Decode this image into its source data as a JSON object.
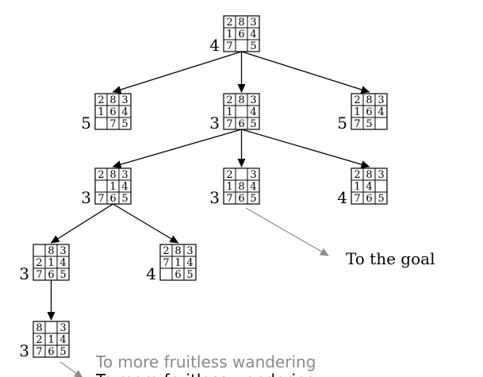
{
  "nodes": [
    {
      "id": "n0",
      "f": "4",
      "grid": [
        "2",
        "8",
        "3",
        "1",
        "6",
        "4",
        "7",
        "",
        "5"
      ]
    },
    {
      "id": "n1",
      "f": "5",
      "grid": [
        "2",
        "8",
        "3",
        "1",
        "6",
        "4",
        "",
        "7",
        "5"
      ]
    },
    {
      "id": "n2",
      "f": "3",
      "grid": [
        "2",
        "8",
        "3",
        "1",
        "",
        "4",
        "7",
        "6",
        "5"
      ]
    },
    {
      "id": "n3",
      "f": "5",
      "grid": [
        "2",
        "8",
        "3",
        "1",
        "6",
        "4",
        "7",
        "5",
        ""
      ]
    },
    {
      "id": "n4",
      "f": "3",
      "grid": [
        "2",
        "8",
        "3",
        "",
        "1",
        "4",
        "7",
        "6",
        "5"
      ]
    },
    {
      "id": "n5",
      "f": "3",
      "grid": [
        "2",
        "",
        "3",
        "1",
        "8",
        "4",
        "7",
        "6",
        "5"
      ]
    },
    {
      "id": "n6",
      "f": "4",
      "grid": [
        "2",
        "8",
        "3",
        "1",
        "4",
        "",
        "7",
        "6",
        "5"
      ]
    },
    {
      "id": "n7",
      "f": "3",
      "grid": [
        "",
        "8",
        "3",
        "2",
        "1",
        "4",
        "7",
        "6",
        "5"
      ]
    },
    {
      "id": "n8",
      "f": "4",
      "grid": [
        "2",
        "8",
        "3",
        "7",
        "1",
        "4",
        "",
        "6",
        "5"
      ]
    },
    {
      "id": "n9",
      "f": "3",
      "grid": [
        "8",
        "",
        "3",
        "2",
        "1",
        "4",
        "7",
        "6",
        "5"
      ]
    }
  ],
  "edges": [
    {
      "from": "n0",
      "to": "n1"
    },
    {
      "from": "n0",
      "to": "n2"
    },
    {
      "from": "n0",
      "to": "n3"
    },
    {
      "from": "n2",
      "to": "n4"
    },
    {
      "from": "n2",
      "to": "n5"
    },
    {
      "from": "n2",
      "to": "n6"
    },
    {
      "from": "n4",
      "to": "n7"
    },
    {
      "from": "n4",
      "to": "n8"
    },
    {
      "from": "n7",
      "to": "n9"
    }
  ],
  "annotations": {
    "goal_label": "To the goal",
    "wander_label": "To more fruitless wandering",
    "wander_label_repeat": "To more fruitless wandering"
  },
  "colors": {
    "ink": "#000000",
    "annotation_gray": "#8a8a8a",
    "background": "#ffffff"
  }
}
